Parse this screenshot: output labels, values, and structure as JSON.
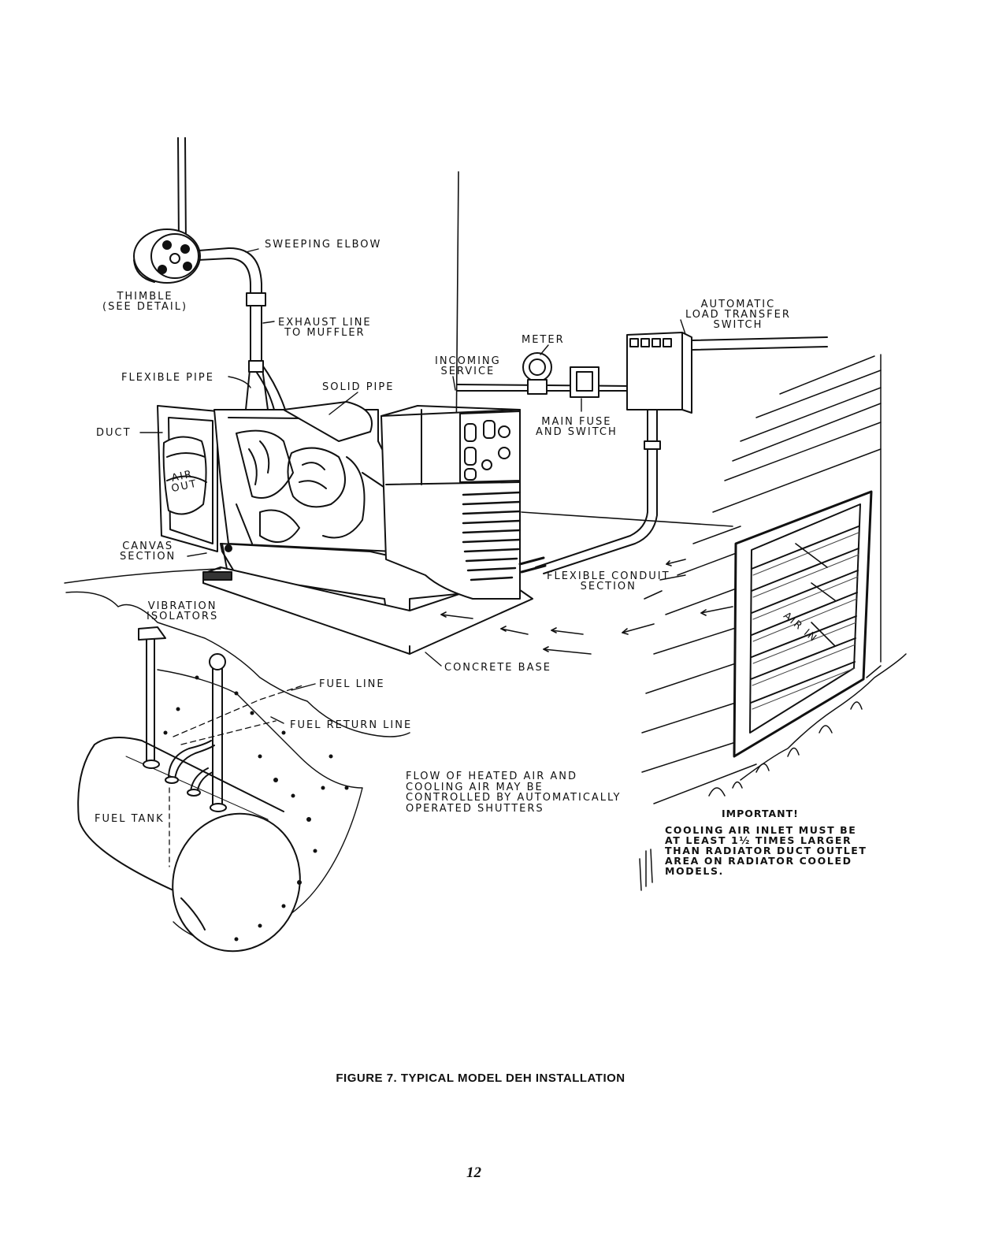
{
  "labels": {
    "sweeping_elbow": "SWEEPING ELBOW",
    "thimble": "THIMBLE\n(SEE DETAIL)",
    "exhaust_line": "EXHAUST LINE\nTO MUFFLER",
    "flexible_pipe": "FLEXIBLE PIPE",
    "solid_pipe": "SOLID PIPE",
    "duct": "DUCT",
    "air_out": "AIR\nOUT",
    "canvas_section": "CANVAS\nSECTION",
    "vibration_isolators": "VIBRATION\nISOLATORS",
    "meter": "METER",
    "incoming_service": "INCOMING\nSERVICE",
    "main_fuse": "MAIN FUSE\nAND SWITCH",
    "ats": "AUTOMATIC\nLOAD TRANSFER\nSWITCH",
    "flexible_conduit": "FLEXIBLE CONDUIT\nSECTION",
    "air_in": "AIR IN",
    "concrete_base": "CONCRETE BASE",
    "fuel_line": "FUEL LINE",
    "fuel_return_line": "FUEL RETURN LINE",
    "fuel_tank": "FUEL TANK",
    "flow_note": "FLOW OF HEATED AIR AND\nCOOLING AIR MAY BE\nCONTROLLED BY AUTOMATICALLY\nOPERATED SHUTTERS",
    "important_title": "IMPORTANT!",
    "important_body": "COOLING AIR INLET MUST BE\nAT LEAST 1½ TIMES LARGER\nTHAN RADIATOR DUCT OUTLET\nAREA ON RADIATOR COOLED\nMODELS."
  },
  "caption": "FIGURE 7.   TYPICAL MODEL DEH INSTALLATION",
  "page_number": "12"
}
